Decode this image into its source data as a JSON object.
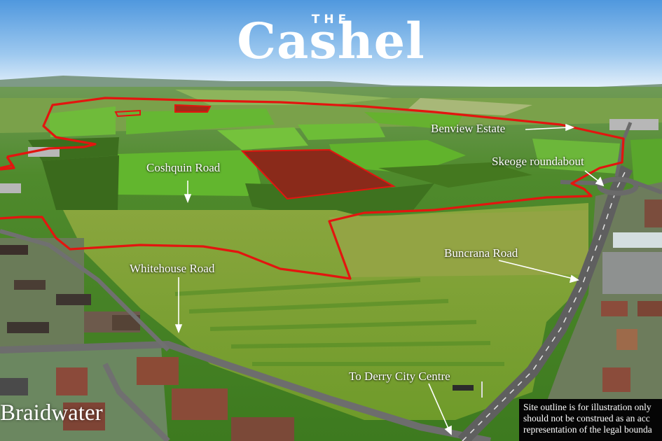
{
  "brand": {
    "prefix": "THE",
    "name": "Cashel"
  },
  "labels": {
    "benview": "Benview Estate",
    "coshquin": "Coshquin Road",
    "skeoge": "Skeoge roundabout",
    "buncrana": "Buncrana Road",
    "whitehouse": "Whitehouse Road",
    "derry": "To Derry City Centre",
    "braidwater": "Braidwater"
  },
  "disclaimer": {
    "line1": "Site outline is for illustration only",
    "line2": "should not be construed as an acc",
    "line3": "representation of the legal bounda"
  },
  "colors": {
    "sky_top": "#5a9fe0",
    "sky_horizon": "#e6f1fb",
    "field_green": "#5aa52e",
    "boundary_red": "#e3150f",
    "road_grey": "#6d6d6d"
  }
}
